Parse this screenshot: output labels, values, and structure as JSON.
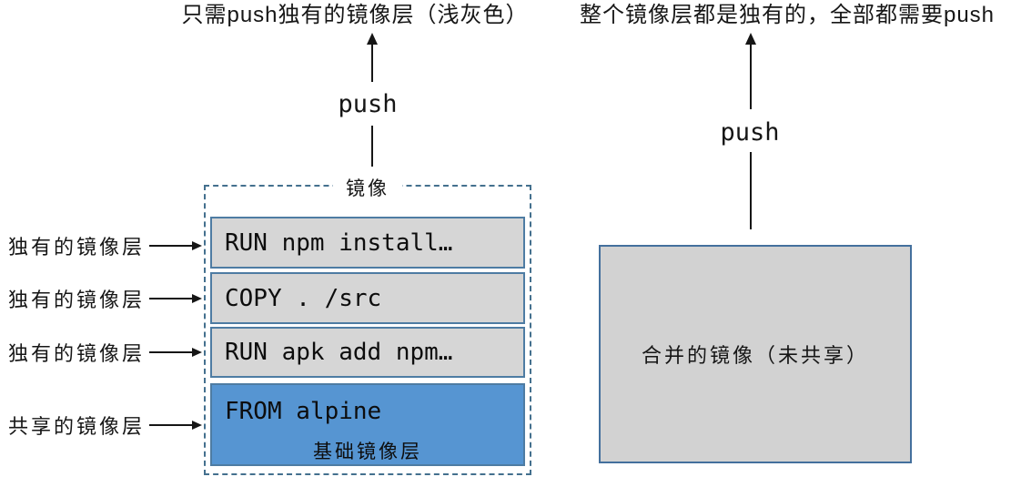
{
  "diagram": {
    "left": {
      "caption": "只需push独有的镜像层（浅灰色）",
      "push_label": "push",
      "image_title": "镜像",
      "layers": [
        {
          "text": "RUN npm install…",
          "kind": "unique"
        },
        {
          "text": "COPY . /src",
          "kind": "unique"
        },
        {
          "text": "RUN apk add npm…",
          "kind": "unique"
        },
        {
          "text": "FROM alpine",
          "sublabel": "基础镜像层",
          "kind": "shared"
        }
      ],
      "row_labels": [
        {
          "label": "独有的镜像层"
        },
        {
          "label": "独有的镜像层"
        },
        {
          "label": "独有的镜像层"
        },
        {
          "label": "共享的镜像层"
        }
      ]
    },
    "right": {
      "caption": "整个镜像层都是独有的，全部都需要push",
      "push_label": "push",
      "box_label": "合并的镜像（未共享）"
    },
    "colors": {
      "shared_layer_blue": "#5695d2",
      "unique_layer_gray": "#d6d6d6",
      "layer_border_blue": "#4e7ca3",
      "dashed_border_blue": "#44708e",
      "merged_box_gray": "#d2d2d2",
      "arrow_black": "#161616"
    }
  }
}
